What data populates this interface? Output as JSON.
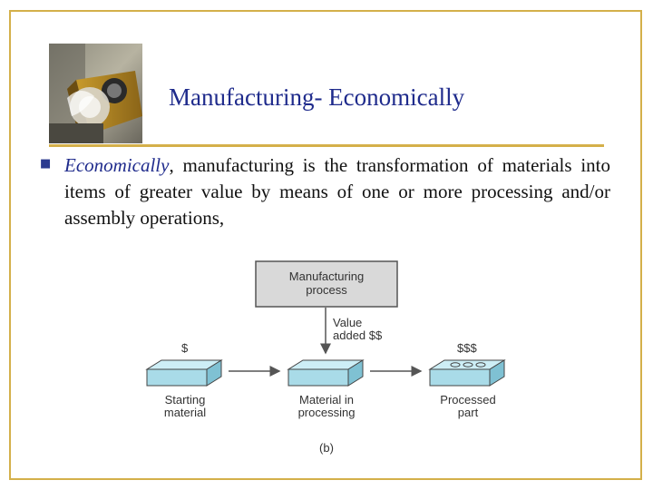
{
  "slide": {
    "title": "Manufacturing- Economically",
    "bullet": {
      "lead": "Economically",
      "rest": ", manufacturing is the transformation of materials into items of greater value by means of one or more processing and/or assembly operations,"
    }
  },
  "diagram": {
    "process_box": [
      "Manufacturing",
      "process"
    ],
    "value_added": [
      "Value",
      "added $$"
    ],
    "stages": [
      {
        "price": "$",
        "label": [
          "Starting",
          "material"
        ]
      },
      {
        "price": "",
        "label": [
          "Material in",
          "processing"
        ]
      },
      {
        "price": "$$$",
        "label": [
          "Processed",
          "part"
        ]
      }
    ],
    "caption": "(b)"
  },
  "colors": {
    "accent_gold": "#d4b04a",
    "title_blue": "#1f2b8c",
    "box_gray": "#d9d9d9",
    "block_cyan": "#a9dbe8"
  }
}
